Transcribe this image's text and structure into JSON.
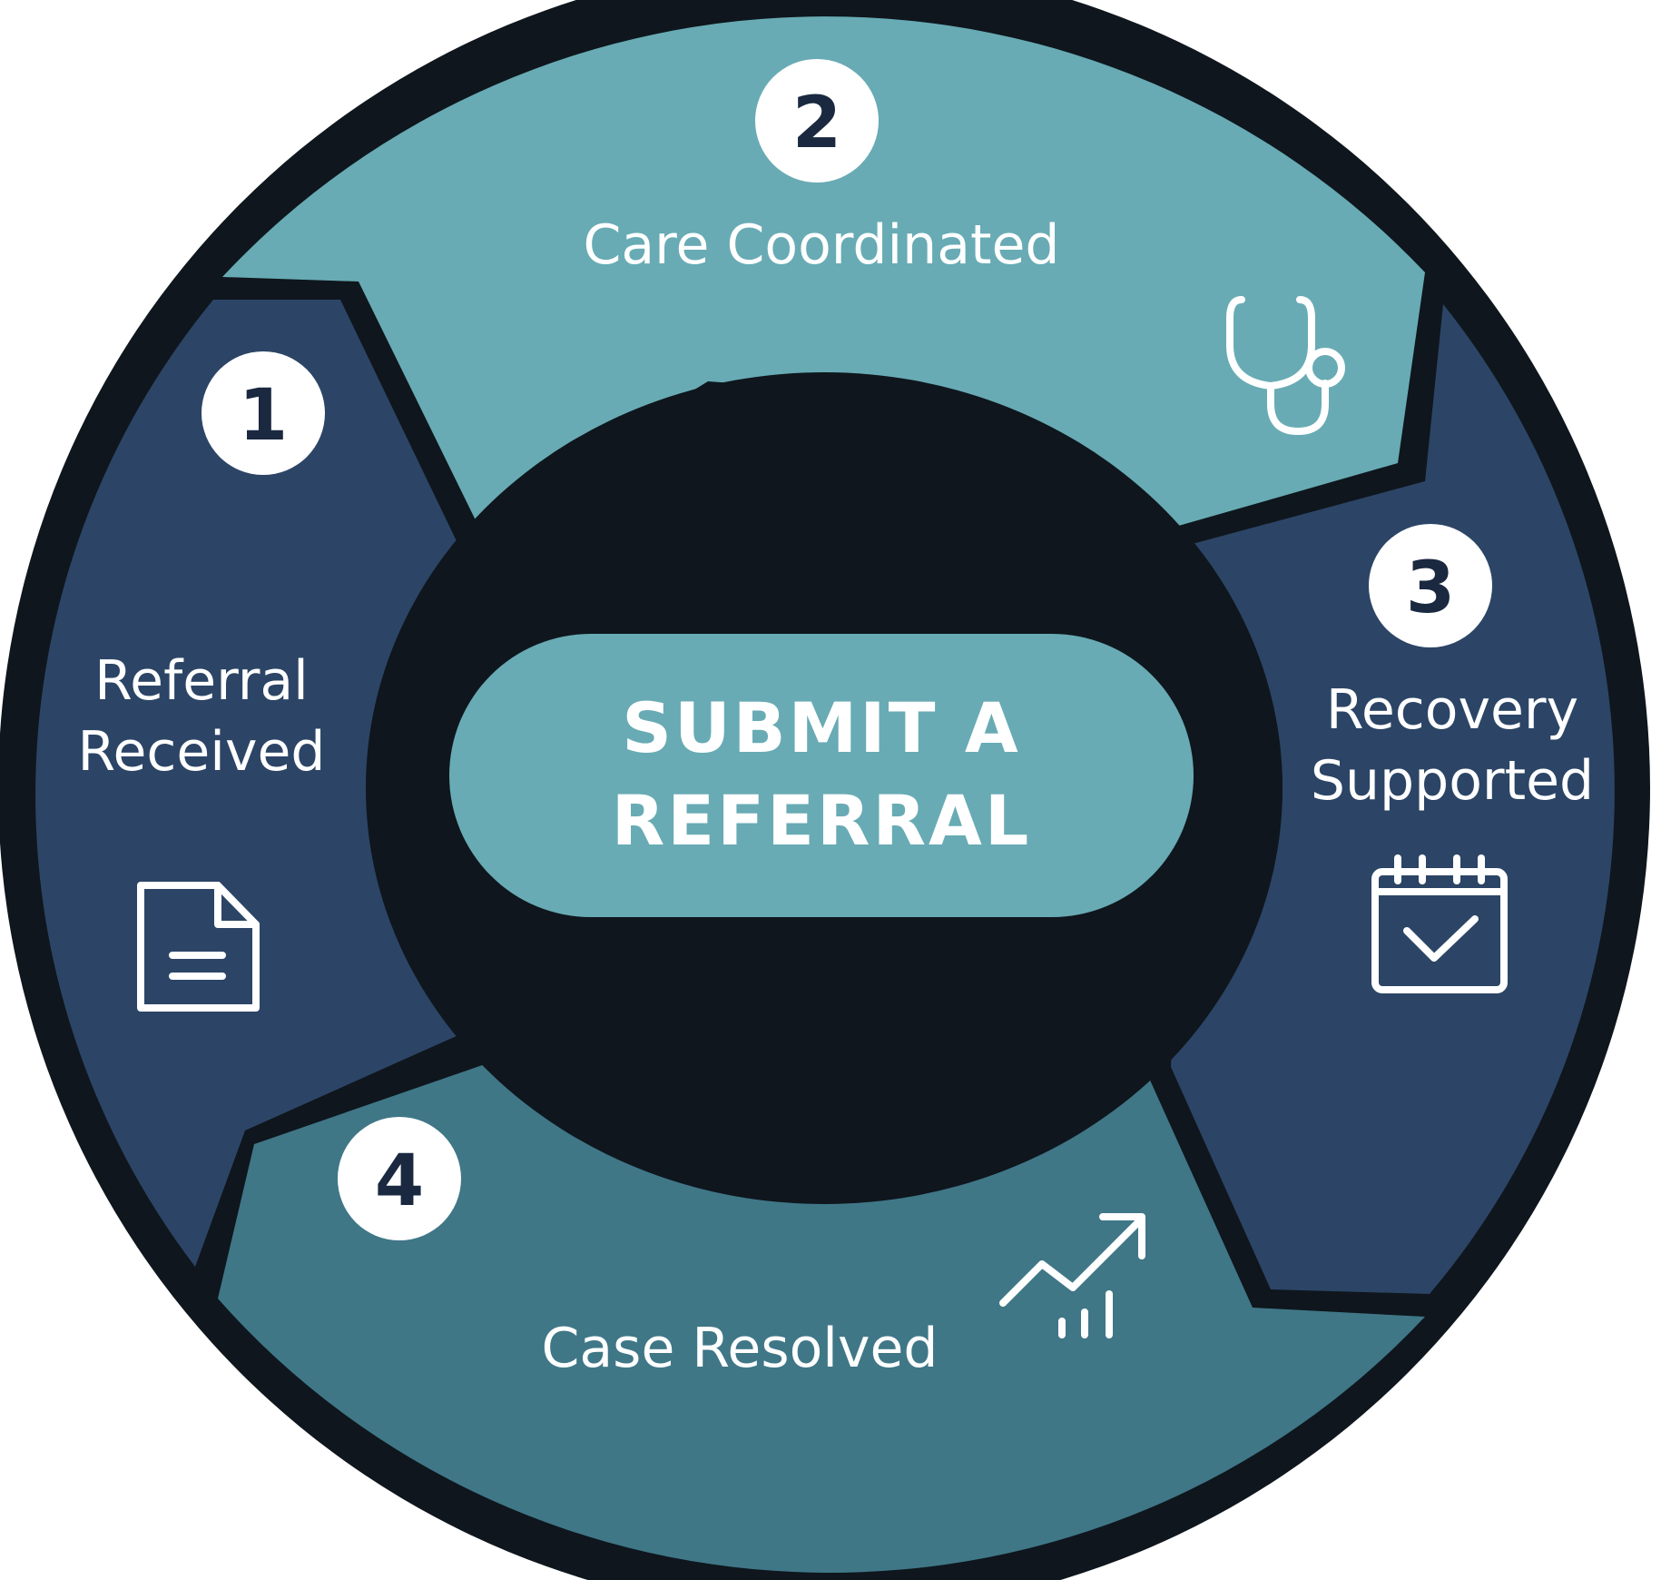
{
  "center": {
    "cta_line1": "SUBMIT A",
    "cta_line2": "REFERRAL"
  },
  "steps": [
    {
      "number": "1",
      "label_line1": "Referral",
      "label_line2": "Received",
      "icon": "document-icon"
    },
    {
      "number": "2",
      "label_line1": "Care Coordinated",
      "icon": "stethoscope-icon"
    },
    {
      "number": "3",
      "label_line1": "Recovery",
      "label_line2": "Supported",
      "icon": "calendar-check-icon"
    },
    {
      "number": "4",
      "label_line1": "Case Resolved",
      "icon": "growth-chart-icon"
    }
  ],
  "colors": {
    "outline": "#0f161d",
    "navy_segment": "#2c4566",
    "teal_segment": "#68abb4",
    "slate_teal_segment": "#3f7787",
    "cta_fill": "#68abb4",
    "badge_fill": "#ffffff",
    "badge_text": "#1a2840"
  }
}
